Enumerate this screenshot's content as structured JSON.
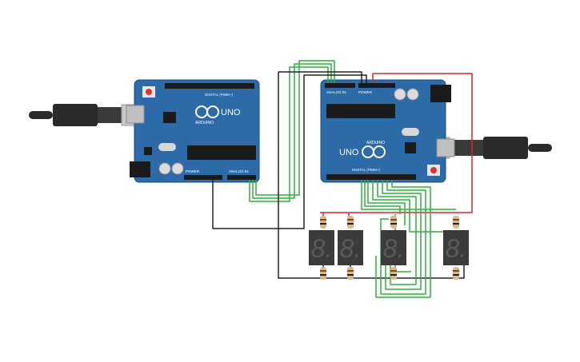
{
  "colors": {
    "board": "#2c6aa8",
    "board_dark": "#1d4f82",
    "wire_green": "#2fb23a",
    "wire_black": "#222222",
    "wire_red": "#d42a2a",
    "segment_bg": "#3b3b3b",
    "segment_off": "#5a5a5a",
    "resistor": "#d9b88c",
    "cable": "#2a2a2a"
  },
  "boards": [
    {
      "id": "left",
      "logo_text": "UNO",
      "brand_text": "ARDUINO",
      "power_header": "POWER",
      "analog_header": "ANALOG IN",
      "digital_header": "DIGITAL (PWM~)"
    },
    {
      "id": "right",
      "logo_text": "UNO",
      "brand_text": "ARDUINO",
      "power_header": "POWER",
      "analog_header": "ANALOG IN",
      "digital_header": "DIGITAL (PWM~)"
    }
  ],
  "usb_cables": [
    {
      "id": "left-usb",
      "icon": "usb-cable-icon"
    },
    {
      "id": "right-usb",
      "icon": "usb-cable-icon"
    }
  ],
  "displays": [
    {
      "id": "display-1",
      "digit": "8."
    },
    {
      "id": "display-2",
      "digit": "8."
    },
    {
      "id": "display-3",
      "digit": "8."
    },
    {
      "id": "display-4",
      "digit": "8."
    }
  ]
}
